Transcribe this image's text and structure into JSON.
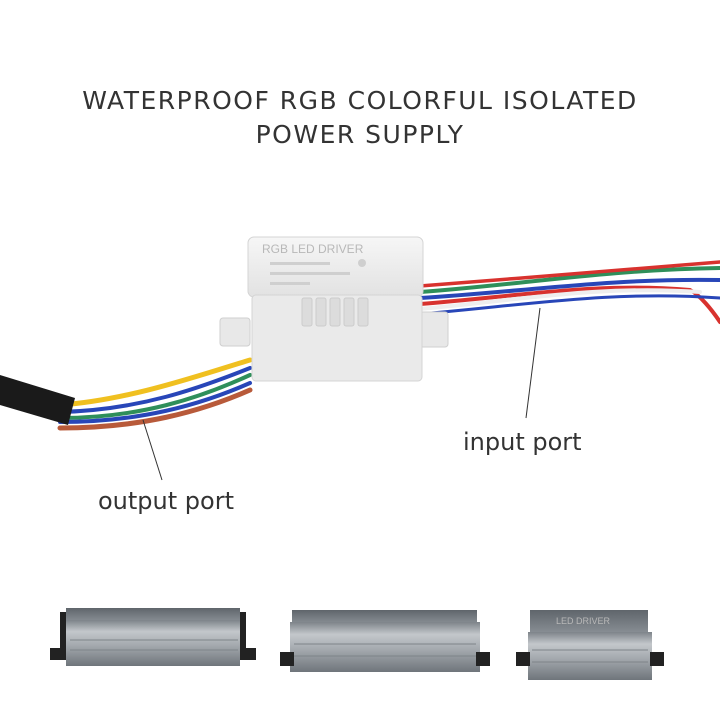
{
  "title": {
    "line1": "WATERPROOF RGB COLORFUL ISOLATED",
    "line2": "POWER SUPPLY"
  },
  "driver": {
    "label": "RGB LED DRIVER"
  },
  "callouts": {
    "input": "input port",
    "output": "output port"
  },
  "products": {
    "small_label": "LED DRIVER"
  },
  "colors": {
    "text": "#333333",
    "wire_red": "#d8322e",
    "wire_green": "#2f8f5a",
    "wire_blue": "#2846b8",
    "wire_yellow": "#f0c020",
    "wire_brown": "#b85a3a",
    "housing": "#eeeeee",
    "aluminum": "#9ea3a8"
  }
}
